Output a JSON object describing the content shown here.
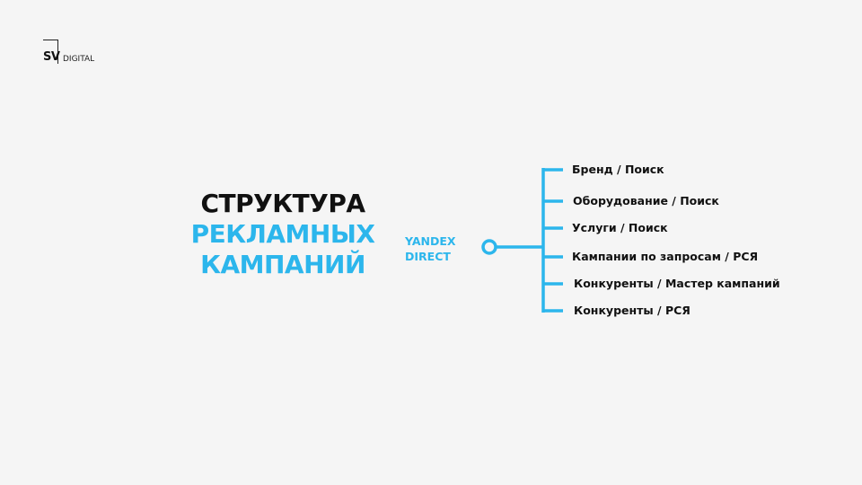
{
  "logo": {
    "mark": "SV",
    "text": "DIGITAL"
  },
  "title": {
    "line1": "СТРУКТУРА",
    "line2": "РЕКЛАМНЫХ",
    "line3": "КАМПАНИЙ"
  },
  "root": {
    "line1": "YANDEX",
    "line2": "DIRECT"
  },
  "branches": [
    "Бренд / Поиск",
    "Оборудование / Поиск",
    "Услуги /  Поиск",
    "Кампании по запросам / РСЯ",
    "Конкуренты / Мастер кампаний",
    "Конкуренты / РСЯ"
  ],
  "colors": {
    "accent": "#2cb6ec",
    "text": "#111111",
    "background": "#f5f5f5"
  }
}
